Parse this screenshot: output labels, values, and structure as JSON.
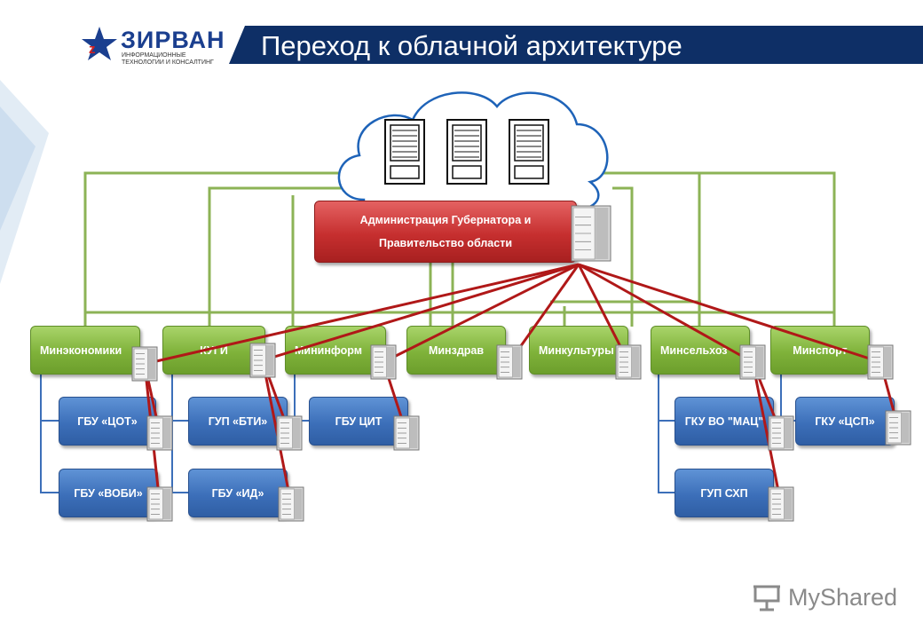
{
  "header": {
    "logo_name": "ЗИРВАН",
    "logo_tagline": "ИНФОРМАЦИОННЫЕ ТЕХНОЛОГИИ И КОНСАЛТИНГ",
    "title": "Переход к облачной архитектуре"
  },
  "root": {
    "label": "Администрация Губернатора и Правительство области"
  },
  "ministries": [
    {
      "label": "Минэкономики"
    },
    {
      "label": "КУГИ"
    },
    {
      "label": "Мининформ"
    },
    {
      "label": "Минздрав"
    },
    {
      "label": "Минкультуры"
    },
    {
      "label": "Минсельхоз"
    },
    {
      "label": "Минспорт"
    }
  ],
  "subunits": [
    {
      "label": "ГБУ «ЦОТ»"
    },
    {
      "label": "ГБУ «ВОБИ»"
    },
    {
      "label": "ГУП «БТИ»"
    },
    {
      "label": "ГБУ «ИД»"
    },
    {
      "label": "ГБУ ЦИТ"
    },
    {
      "label": "ГКУ ВО \"МАЦ\""
    },
    {
      "label": "ГУП СХП"
    },
    {
      "label": "ГКУ «ЦСП»"
    }
  ],
  "watermark": {
    "text": "MyShared"
  },
  "colors": {
    "title_band": "#0e2f66",
    "green_box": "#7fb23a",
    "blue_box": "#3c6fb9",
    "red_box": "#c62f2f",
    "connector_green": "#8cb356",
    "link_red": "#b01818"
  },
  "icons": [
    "cloud-icon",
    "server-rack-icon",
    "server-icon",
    "logo-star-icon"
  ]
}
